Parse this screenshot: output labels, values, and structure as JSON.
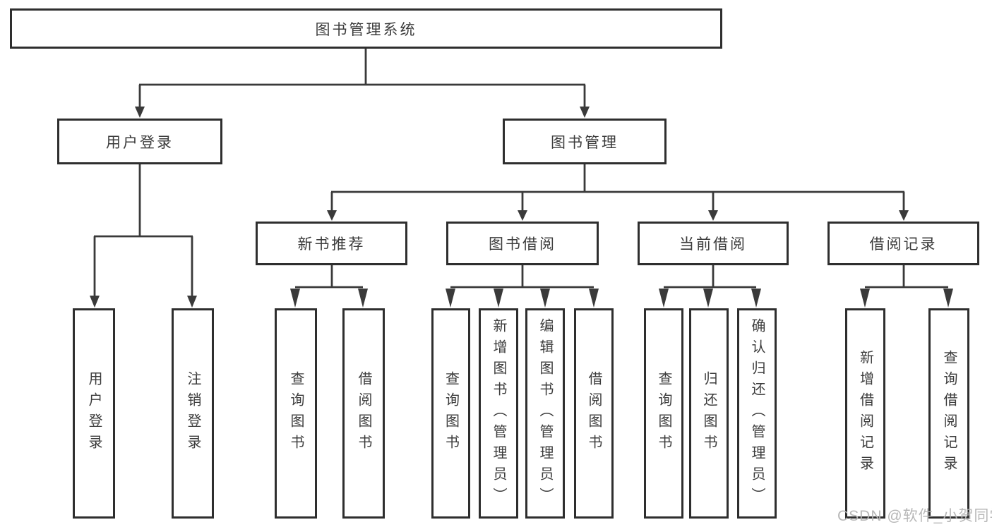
{
  "diagram": {
    "root": {
      "label": "图书管理系统"
    },
    "branches": [
      {
        "label": "用户登录",
        "children": [
          {
            "label": "用户登录"
          },
          {
            "label": "注销登录"
          }
        ]
      },
      {
        "label": "图书管理",
        "children": [
          {
            "label": "新书推荐",
            "children": [
              {
                "label": "查询图书"
              },
              {
                "label": "借阅图书"
              }
            ]
          },
          {
            "label": "图书借阅",
            "children": [
              {
                "label": "查询图书"
              },
              {
                "label": "新增图书（管理员）"
              },
              {
                "label": "编辑图书（管理员）"
              },
              {
                "label": "借阅图书"
              }
            ]
          },
          {
            "label": "当前借阅",
            "children": [
              {
                "label": "查询图书"
              },
              {
                "label": "归还图书"
              },
              {
                "label": "确认归还（管理员）"
              }
            ]
          },
          {
            "label": "借阅记录",
            "children": [
              {
                "label": "新增借阅记录"
              },
              {
                "label": "查询借阅记录"
              }
            ]
          }
        ]
      }
    ]
  },
  "watermark": {
    "text": "CSDN @软件_小贺同学",
    "color": "#b4b4b4"
  },
  "colors": {
    "line": "#3a3a3a",
    "box_border": "#2e2e2e",
    "box_fill": "#ffffff",
    "text": "#3c3c3c"
  }
}
